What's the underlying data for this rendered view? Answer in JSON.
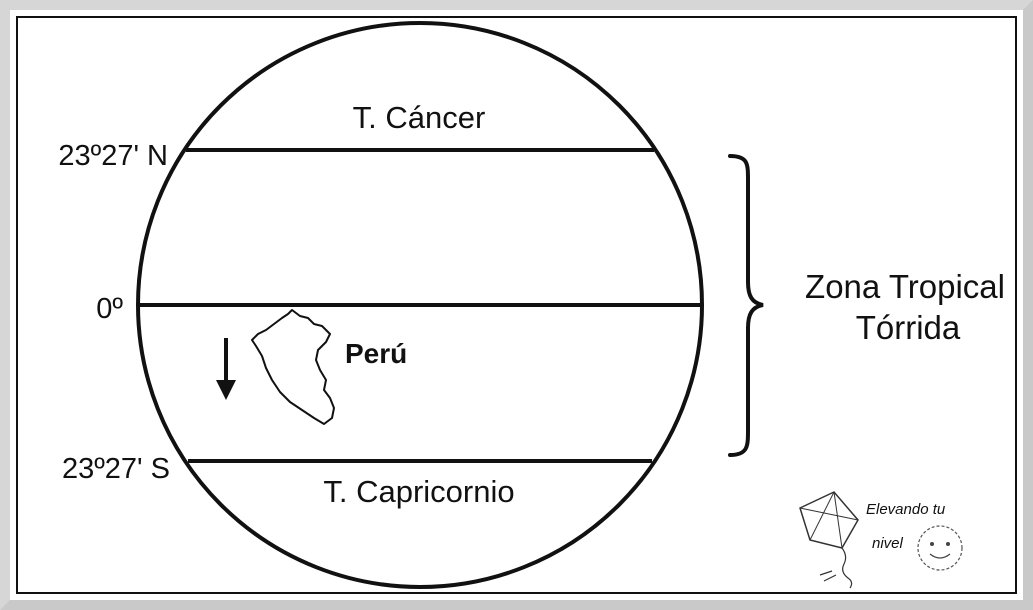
{
  "labels": {
    "cancer": "T. Cáncer",
    "capricorn": "T. Capricornio",
    "lat_north": "23º27' N",
    "equator": "0º",
    "lat_south": "23º27' S",
    "country": "Perú",
    "zone_line1": "Zona Tropical",
    "zone_line2": "Tórrida"
  },
  "signature": {
    "text_line1": "Elevando tu",
    "text_line2": "nivel"
  },
  "colors": {
    "ink": "#111111",
    "background": "#ffffff",
    "frame": "#c9c9c9"
  }
}
